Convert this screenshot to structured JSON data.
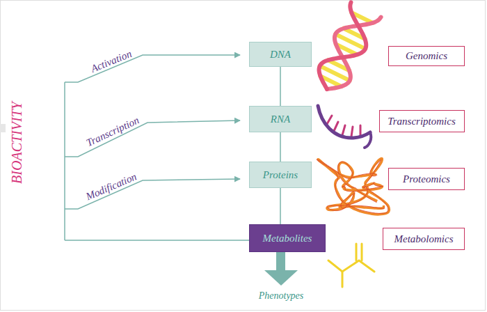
{
  "diagram": {
    "nodes": [
      {
        "text": [
          "DNA"
        ]
      },
      {
        "text": [
          "Genomics"
        ]
      },
      {
        "text": [
          "RNA"
        ]
      },
      {
        "text": [
          "Transcriptomics"
        ]
      },
      {
        "text": [
          "Proteins"
        ]
      },
      {
        "text": [
          "Proteomics"
        ]
      },
      {
        "text": [
          "Metabolites"
        ]
      },
      {
        "text": [
          "Metabolomics"
        ]
      }
    ],
    "edges": [
      {
        "from": 0,
        "to": 2,
        "arrow": "none"
      },
      {
        "from": 2,
        "to": 4,
        "arrow": "none"
      },
      {
        "from": 4,
        "to": 6,
        "arrow": "none"
      }
    ],
    "labels": [
      "BIOACTIVITY",
      "Activation",
      "Transcription",
      "Modification",
      "Phenotypes"
    ]
  }
}
